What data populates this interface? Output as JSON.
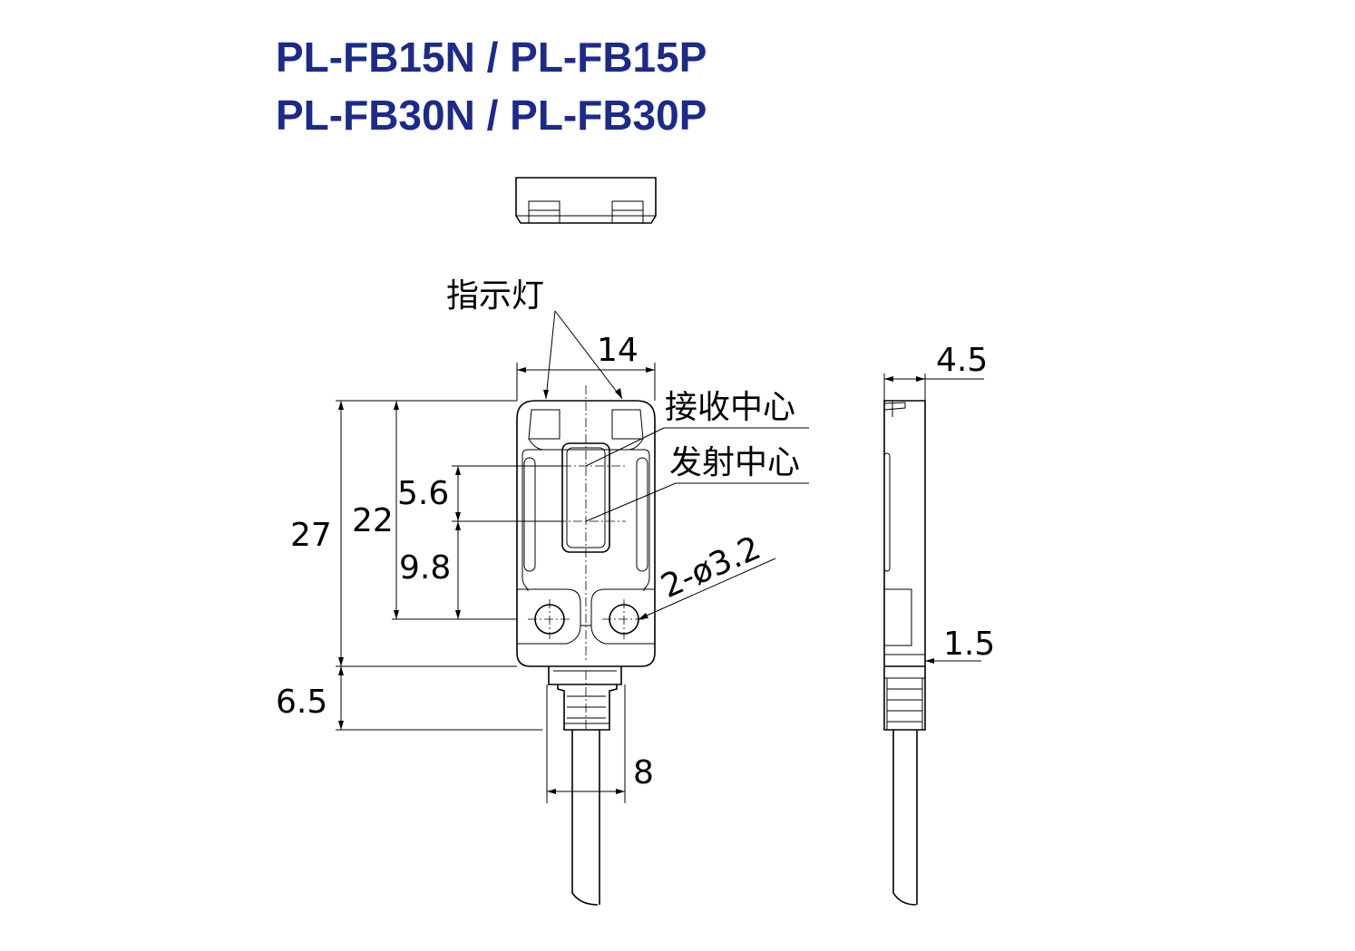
{
  "title": {
    "line1": "PL-FB15N / PL-FB15P",
    "line2": "PL-FB30N / PL-FB30P"
  },
  "labels": {
    "indicator": "指示灯",
    "receiver_center": "接收中心",
    "emitter_center": "发射中心",
    "holes": "2-ø3.2"
  },
  "dimensions": {
    "width": "14",
    "height_total": "27",
    "height_holes": "22",
    "center_spacing": "5.6",
    "center_to_hole": "9.8",
    "cable_gland": "6.5",
    "cable_width": "8",
    "thickness": "4.5",
    "base_thickness": "1.5"
  },
  "colors": {
    "title": "#1c2a8a",
    "lines": "#000000"
  }
}
